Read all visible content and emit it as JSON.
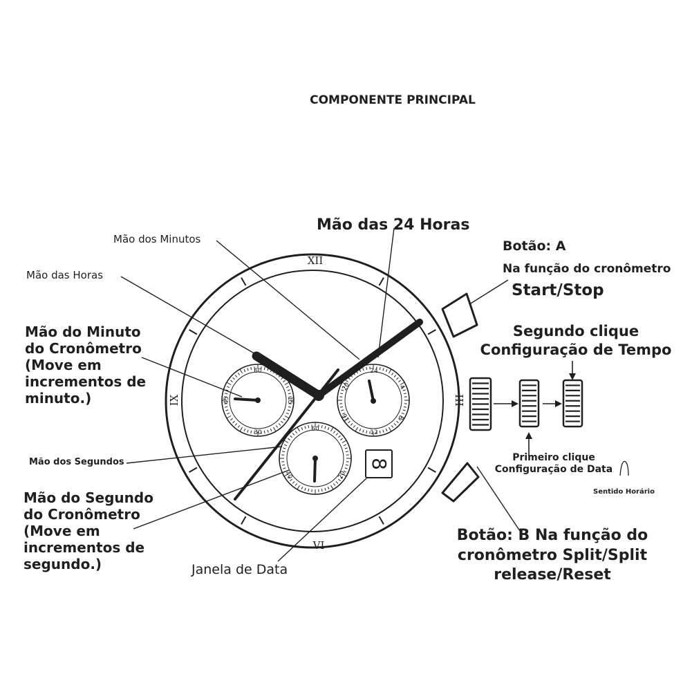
{
  "title": "COMPONENTE PRINCIPAL",
  "labels": {
    "minutes_hand": "Mão dos Minutos",
    "hours_hand": "Mão das Horas",
    "chrono_minute_hand": [
      "Mão do Minuto",
      "do Cronômetro",
      "(Move em",
      "incrementos de",
      "minuto.)"
    ],
    "seconds_hand": "Mão dos Segundos",
    "chrono_second_hand": [
      "Mão do Segundo",
      "do Cronômetro",
      "(Move em",
      "incrementos de",
      "segundo.)"
    ],
    "date_window": "Janela de Data",
    "hand_24h": "Mão das 24 Horas",
    "button_a": [
      "Botão: A",
      "Na função do cronômetro",
      "Start/Stop"
    ],
    "second_click": [
      "Segundo clique",
      "Configuração de Tempo"
    ],
    "first_click": [
      "Primeiro clique",
      "Configuração de Data"
    ],
    "clockwise": "Sentido Horário",
    "button_b": [
      "Botão: B Na função do",
      "cronômetro Split/Split",
      "release/Reset"
    ]
  },
  "dial": {
    "roman_numerals": {
      "twelve": "XII",
      "three": "III",
      "six": "VI",
      "nine": "IX"
    },
    "left_subdial": [
      "60",
      "15",
      "30",
      "45"
    ],
    "right_subdial": [
      "24",
      "4",
      "8",
      "12",
      "16",
      "20"
    ],
    "bottom_subdial": [
      "60",
      "20",
      "40"
    ],
    "date_digit": "8"
  }
}
